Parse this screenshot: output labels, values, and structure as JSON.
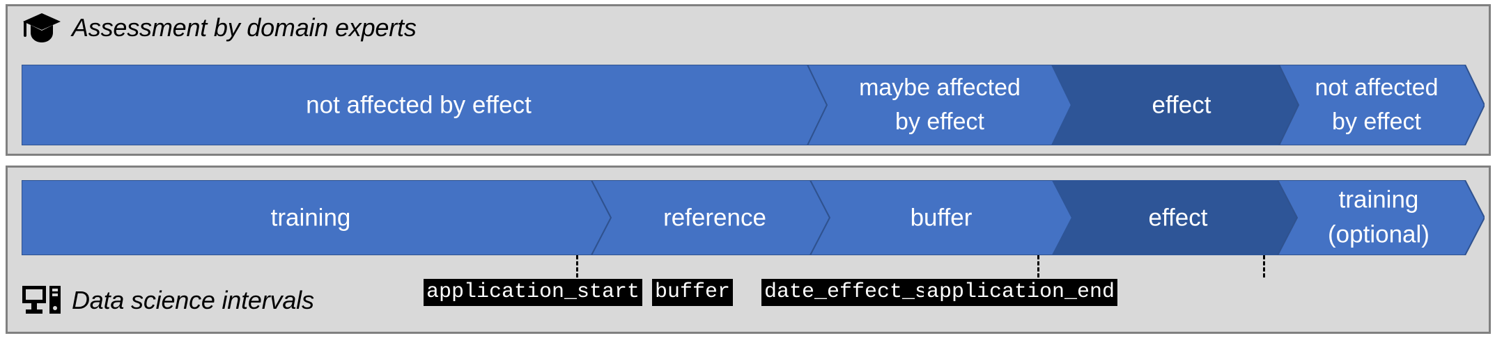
{
  "figure": {
    "title_top": "Assessment by domain experts",
    "title_bottom": "Data science intervals",
    "icons": {
      "top": "graduation-cap-icon",
      "bottom": "desktop-computer-icon"
    }
  },
  "colors": {
    "panel_fill": "#d9d9d9",
    "panel_border": "#808080",
    "segment_light": "#4472c4",
    "segment_dark": "#2e5597",
    "segment_outline": "#2f528f",
    "label_text": "#ffffff",
    "chip_background": "#000000",
    "chip_text": "#ffffff",
    "page_background": "#ffffff"
  },
  "expert_panel": {
    "label": "Assessment by domain experts",
    "segments": [
      {
        "id": "not-affected-left",
        "lines": [
          "not affected by effect"
        ],
        "tone": "light",
        "start_shape": "flat",
        "end_shape": "chevron"
      },
      {
        "id": "maybe-affected",
        "lines": [
          "maybe affected",
          "by effect"
        ],
        "tone": "light",
        "start_shape": "chevron",
        "end_shape": "chevron"
      },
      {
        "id": "effect",
        "lines": [
          "effect"
        ],
        "tone": "dark",
        "start_shape": "chevron",
        "end_shape": "chevron"
      },
      {
        "id": "not-affected-right",
        "lines": [
          "not affected",
          "by effect"
        ],
        "tone": "light",
        "start_shape": "chevron",
        "end_shape": "arrow"
      }
    ]
  },
  "ds_panel": {
    "label": "Data science intervals",
    "segments": [
      {
        "id": "training",
        "lines": [
          "training"
        ],
        "tone": "light",
        "start_shape": "flat",
        "end_shape": "chevron"
      },
      {
        "id": "reference",
        "lines": [
          "reference"
        ],
        "tone": "light",
        "start_shape": "chevron",
        "end_shape": "chevron"
      },
      {
        "id": "buffer",
        "lines": [
          "buffer"
        ],
        "tone": "light",
        "start_shape": "chevron",
        "end_shape": "chevron"
      },
      {
        "id": "effect",
        "lines": [
          "effect"
        ],
        "tone": "dark",
        "start_shape": "chevron",
        "end_shape": "chevron"
      },
      {
        "id": "training-optional",
        "lines": [
          "training",
          "(optional)"
        ],
        "tone": "light",
        "start_shape": "chevron",
        "end_shape": "arrow"
      }
    ],
    "markers": [
      {
        "id": "application-start",
        "code": "application_start"
      },
      {
        "id": "buffer",
        "code": "buffer"
      },
      {
        "id": "date-effect-start",
        "code": "date_effect_start"
      },
      {
        "id": "application-end",
        "code": "application_end"
      }
    ]
  }
}
